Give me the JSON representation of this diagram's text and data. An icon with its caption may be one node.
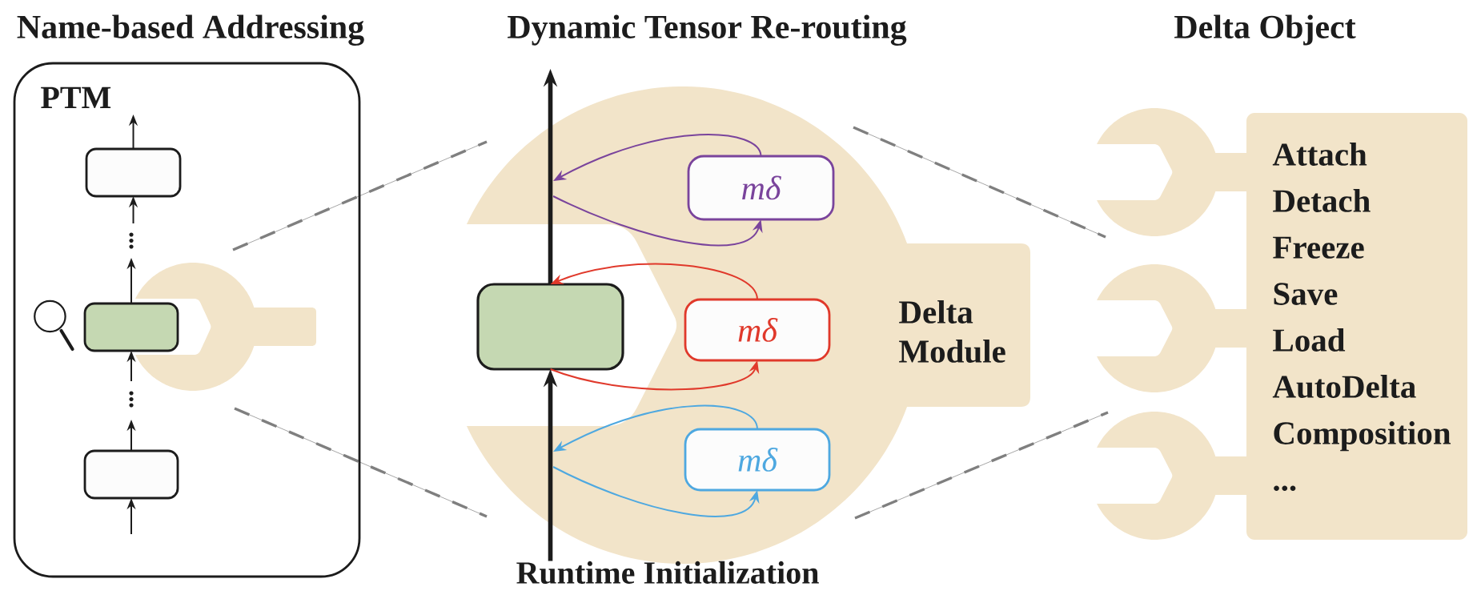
{
  "diagram": {
    "nodes": [
      {
        "text": [
          "PTM"
        ]
      },
      {
        "text": [],
        "shape": "box",
        "in": 0
      },
      {
        "text": [],
        "shape": "box",
        "in": 0
      },
      {
        "text": [],
        "shape": "wrench",
        "in": 0
      },
      {
        "text": [],
        "shape": "box",
        "in": 0
      },
      {
        "text": [
          "Delta Module"
        ]
      },
      {
        "text": [
          "mδ"
        ],
        "in": 5
      },
      {
        "text": [],
        "shape": "box"
      },
      {
        "text": [
          "mδ"
        ],
        "in": 5
      },
      {
        "text": [
          "mδ"
        ],
        "in": 5
      },
      {
        "text": [
          "Runtime Initialization"
        ]
      },
      {
        "text": [],
        "shape": "wrench"
      },
      {
        "text": [],
        "shape": "wrench"
      },
      {
        "text": [],
        "shape": "wrench"
      },
      {
        "text": [
          "Attach",
          "Detach",
          "Freeze",
          "Save",
          "Load",
          "AutoDelta",
          "Composition",
          "..."
        ]
      }
    ],
    "edges": [
      {
        "from": 1,
        "to": null,
        "arrow": "to"
      },
      {
        "from": null,
        "to": 1,
        "arrow": "to"
      },
      {
        "from": 2,
        "to": null,
        "arrow": "to"
      },
      {
        "from": null,
        "to": 2,
        "arrow": "to"
      },
      {
        "from": 4,
        "to": null,
        "arrow": "to"
      },
      {
        "from": null,
        "to": 4,
        "arrow": "to"
      },
      {
        "from": 7,
        "to": null,
        "arrow": "to",
        "style": "thick"
      },
      {
        "from": 6,
        "to": null,
        "arrow": "to",
        "color": "#7a449c"
      },
      {
        "from": null,
        "to": 6,
        "arrow": "to",
        "color": "#7a449c"
      },
      {
        "from": 8,
        "to": 7,
        "arrow": "to",
        "color": "#e0392b"
      },
      {
        "from": 7,
        "to": 8,
        "arrow": "to",
        "color": "#e0392b"
      },
      {
        "from": 10,
        "to": 7,
        "arrow": "to",
        "style": "thick"
      },
      {
        "from": 9,
        "to": null,
        "arrow": "to",
        "color": "#4ea8e0"
      },
      {
        "from": null,
        "to": 9,
        "arrow": "to",
        "color": "#4ea8e0"
      }
    ],
    "labels": [
      "Name-based Addressing",
      "Dynamic Tensor Re-routing",
      "Delta Object"
    ]
  }
}
